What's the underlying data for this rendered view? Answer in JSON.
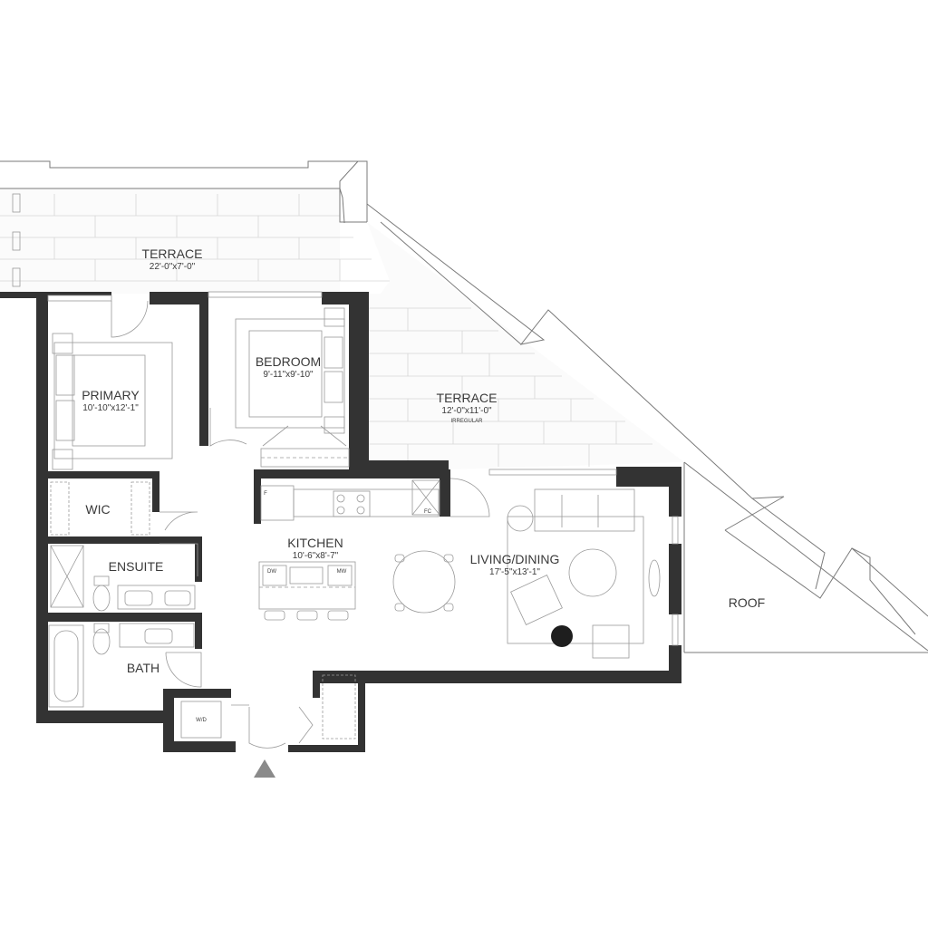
{
  "rooms": {
    "terrace_top": {
      "name": "TERRACE",
      "dim": "22'-0\"x7'-0\""
    },
    "terrace_side": {
      "name": "TERRACE",
      "dim": "12'-0\"x11'-0\"",
      "note": "IRREGULAR"
    },
    "primary": {
      "name": "PRIMARY",
      "dim": "10'-10\"x12'-1\""
    },
    "bedroom": {
      "name": "BEDROOM",
      "dim": "9'-11\"x9'-10\""
    },
    "wic": {
      "name": "WIC"
    },
    "ensuite": {
      "name": "ENSUITE"
    },
    "bath": {
      "name": "BATH"
    },
    "kitchen": {
      "name": "KITCHEN",
      "dim": "10'-6\"x8'-7\""
    },
    "living": {
      "name": "LIVING/DINING",
      "dim": "17'-5\"x13'-1\""
    },
    "roof": {
      "name": "ROOF"
    }
  },
  "fixtures": {
    "dishwasher": "DW",
    "microwave": "MW",
    "fridge": "F",
    "fireplace": "FC",
    "washer_dryer": "W/D"
  },
  "colors": {
    "wall": "#333333",
    "line": "#7a7a7a",
    "tile": "#d6d6d6"
  }
}
